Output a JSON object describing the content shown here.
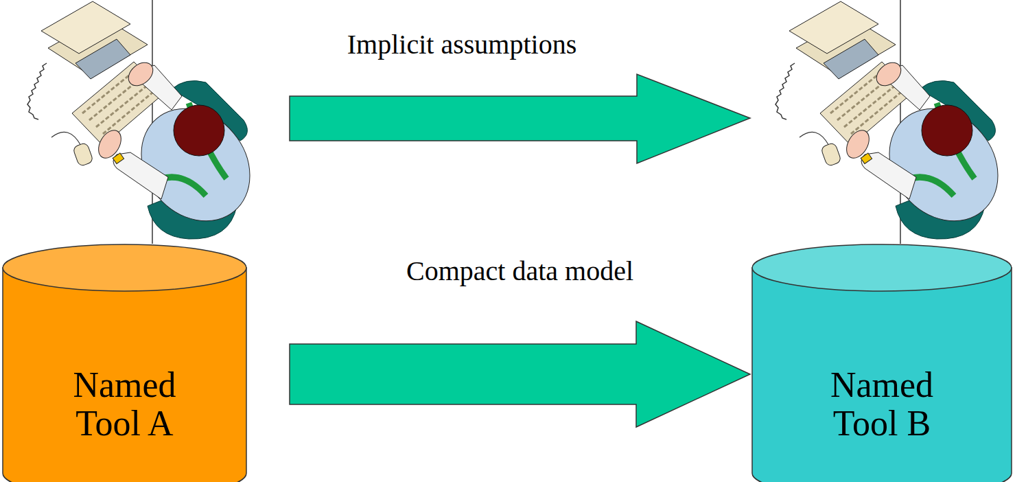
{
  "diagram": {
    "nodes": [
      {
        "text": [
          "Named Tool A"
        ]
      },
      {
        "text": [
          "Named Tool B"
        ]
      }
    ],
    "edges": [
      {
        "from": 0,
        "to": 1,
        "arrow": "to",
        "label": "Compact data model"
      }
    ],
    "labels": [
      "Implicit assumptions"
    ]
  }
}
